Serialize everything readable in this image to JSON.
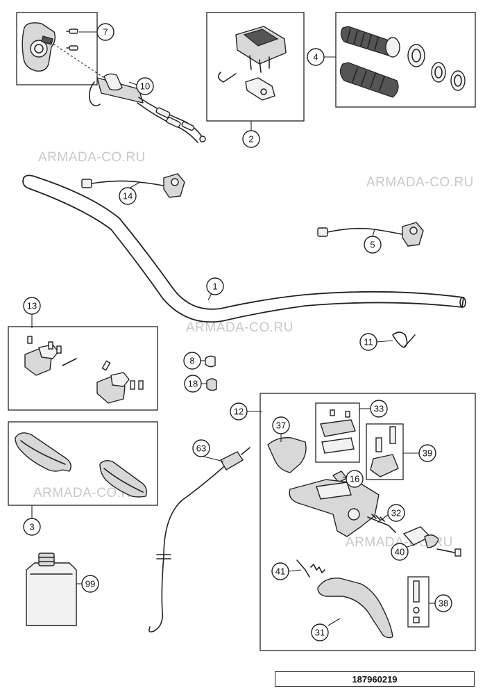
{
  "watermark": "ARMADA-CO.RU",
  "drawing_number": "187960219",
  "callouts": {
    "c1": "1",
    "c2": "2",
    "c3": "3",
    "c4": "4",
    "c5": "5",
    "c7": "7",
    "c8": "8",
    "c10": "10",
    "c11": "11",
    "c12": "12",
    "c13": "13",
    "c14": "14",
    "c16": "16",
    "c18": "18",
    "c31": "31",
    "c32": "32",
    "c33": "33",
    "c37": "37",
    "c38": "38",
    "c39": "39",
    "c40": "40",
    "c41": "41",
    "c63": "63",
    "c99": "99"
  }
}
